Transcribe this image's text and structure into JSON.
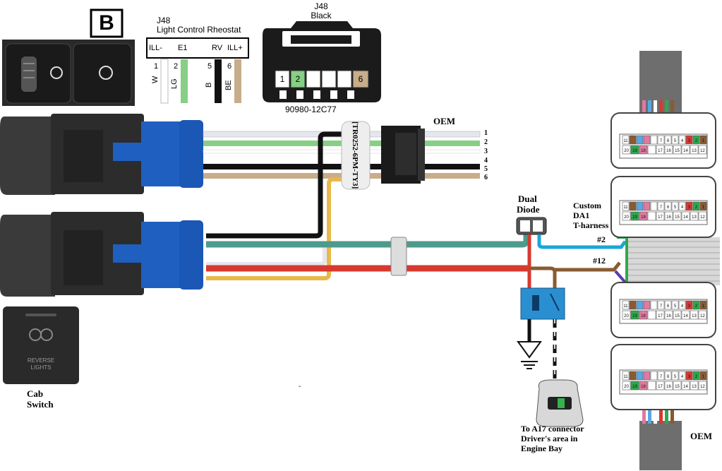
{
  "panel_letter": "B",
  "j48_header": {
    "title_line1": "J48",
    "title_line2": "Light Control Rheostat"
  },
  "j48_pins": [
    {
      "name": "ILL-",
      "num": "1",
      "color_code": "W",
      "wire_color": "#ffffff"
    },
    {
      "name": "E1",
      "num": "2",
      "color_code": "LG",
      "wire_color": "#8fd18a"
    },
    {
      "name": "RV",
      "num": "5",
      "color_code": "B",
      "wire_color": "#111111"
    },
    {
      "name": "ILL+",
      "num": "6",
      "color_code": "BE",
      "wire_color": "#c8b08c"
    }
  ],
  "j48_connector": {
    "title_line1": "J48",
    "title_line2": "Black",
    "pins": [
      "1",
      "2",
      "",
      "",
      "",
      "6"
    ],
    "part_number": "90980-12C77"
  },
  "relay_part_label": "[TR0252-6PM-TY3]",
  "oem_connector_label": "OEM",
  "wire_numbers": [
    "1",
    "2",
    "3",
    "4",
    "5",
    "6"
  ],
  "dual_diode_label": [
    "Dual",
    "Diode"
  ],
  "custom_harness_label": [
    "Custom",
    "DA1",
    "T-harness"
  ],
  "pin_callouts": {
    "pin2": "#2",
    "pin12": "#12"
  },
  "cab_switch": {
    "button_text_line1": "REVERSE",
    "button_text_line2": "LIGHTS",
    "label_line1": "Cab",
    "label_line2": "Switch"
  },
  "a17_note": [
    "To A17 connector",
    "Driver's area in",
    "Engine Bay"
  ],
  "oem_bottom_label": "OEM",
  "footer_mark": "-",
  "da1_connector_pins": {
    "row1": [
      "11",
      "",
      "",
      "",
      "",
      "7",
      "6",
      "5",
      "4",
      "3",
      "2",
      "1"
    ],
    "row2": [
      "20",
      "19",
      "18",
      "",
      "17",
      "16",
      "15",
      "14",
      "13",
      "12"
    ]
  },
  "colors": {
    "switch_blue": "#1f5fc0",
    "white_wire": "#e6e6ee",
    "green_wire": "#86cf84",
    "black_wire": "#111111",
    "tan_wire": "#c8ad8a",
    "teal_wire": "#4e9a8c",
    "red_wire": "#d7392f",
    "yellow_wire": "#e8b84a",
    "brown_wire": "#8a5a32",
    "cyan_wire": "#1aa6d8",
    "harness_gray": "#6e6e6e"
  }
}
